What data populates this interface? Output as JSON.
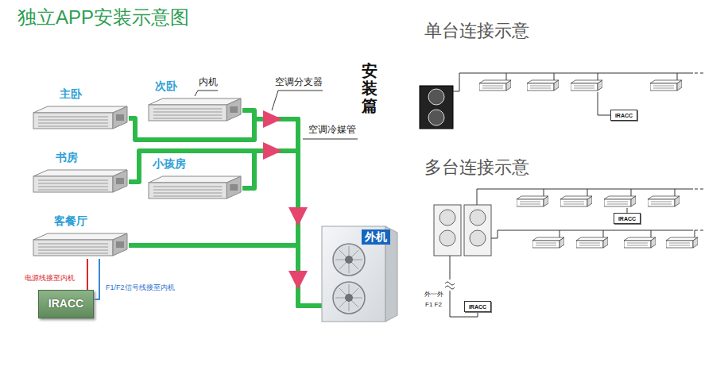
{
  "diagram": {
    "title": "独立APP安装示意图",
    "nodes": [
      {
        "text": [
          "主卧"
        ]
      },
      {
        "text": [
          "次卧"
        ]
      },
      {
        "text": [
          "书房"
        ]
      },
      {
        "text": [
          "小孩房"
        ]
      },
      {
        "text": [
          "客餐厅"
        ]
      },
      {
        "text": [
          "外机"
        ]
      },
      {
        "text": [
          "IRACC"
        ]
      },
      {
        "text": [
          "IRACC"
        ]
      },
      {
        "text": [
          "IRACC"
        ]
      },
      {
        "text": [
          "IRACC"
        ]
      }
    ],
    "edges": [
      {
        "from": 0,
        "to": 5,
        "arrow": "none"
      },
      {
        "from": 1,
        "to": 5,
        "arrow": "none"
      },
      {
        "from": 2,
        "to": 5,
        "arrow": "none"
      },
      {
        "from": 3,
        "to": 5,
        "arrow": "none"
      },
      {
        "from": 4,
        "to": 5,
        "arrow": "none"
      },
      {
        "from": 6,
        "to": 4,
        "label": "电源线接至内机",
        "arrow": "none"
      },
      {
        "from": 6,
        "to": 4,
        "label": "F1/F2信号线接至内机",
        "arrow": "none"
      }
    ],
    "labels": [
      "内机",
      "空调分支器",
      "空调冷媒管",
      "安装篇",
      "单台连接示意",
      "多台连接示意",
      "外一外",
      "F1 F2"
    ]
  }
}
